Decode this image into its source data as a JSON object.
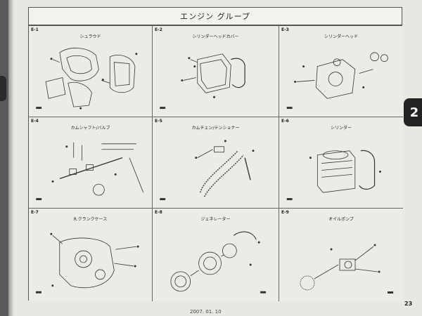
{
  "header": {
    "title": "エンジン グループ"
  },
  "sections": [
    {
      "code": "E-1",
      "name": "シュラウド"
    },
    {
      "code": "E-2",
      "name": "シリンダーヘッドカバー"
    },
    {
      "code": "E-3",
      "name": "シリンダーヘッド"
    },
    {
      "code": "E-4",
      "name": "カムシャフト/バルブ"
    },
    {
      "code": "E-5",
      "name": "カムチェン/テンショナー"
    },
    {
      "code": "E-6",
      "name": "シリンダー"
    },
    {
      "code": "E-7",
      "name": "R.クランクケース"
    },
    {
      "code": "E-8",
      "name": "ジェネレーター"
    },
    {
      "code": "E-9",
      "name": "オイルポンプ"
    }
  ],
  "chapter_tab": "2",
  "page_number": "23",
  "footer": {
    "date": "2007. 01. 10"
  },
  "colors": {
    "page": "#e8e7e2",
    "line": "#555555",
    "tab": "#222222"
  }
}
